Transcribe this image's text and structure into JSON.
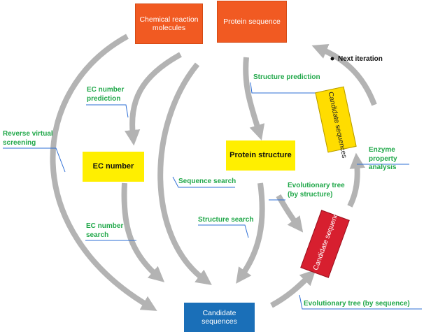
{
  "nodes": {
    "chemical": {
      "text": "Chemical reaction molecules",
      "color": "#f15a22"
    },
    "protein_seq": {
      "text": "Protein sequence",
      "color": "#f15a22"
    },
    "ec_number": {
      "text": "EC number",
      "color": "#ffef00"
    },
    "protein_structure": {
      "text": "Protein structure",
      "color": "#ffef00"
    },
    "candidate_top": {
      "text": "Candidate sequences",
      "color": "#ffdd00"
    },
    "candidate_red": {
      "text": "Candidate sequences",
      "color": "#d71f2f"
    },
    "candidate_bottom": {
      "text": "Candidate sequences",
      "color": "#1a6fb8"
    }
  },
  "labels": {
    "next_iteration": "Next iteration",
    "structure_prediction": "Structure prediction",
    "ec_prediction": "EC number prediction",
    "reverse_screening": "Reverse virtual screening",
    "sequence_search": "Sequence search",
    "evo_structure": "Evolutionary tree (by structure)",
    "enzyme_property": "Enzyme property analysis",
    "ec_search": "EC number search",
    "structure_search": "Structure search",
    "evo_sequence": "Evolutionary tree (by sequence)"
  },
  "colors": {
    "arrow": "#b3b3b3",
    "label_green": "#21a84a",
    "leader_blue": "#2e6fd6"
  }
}
